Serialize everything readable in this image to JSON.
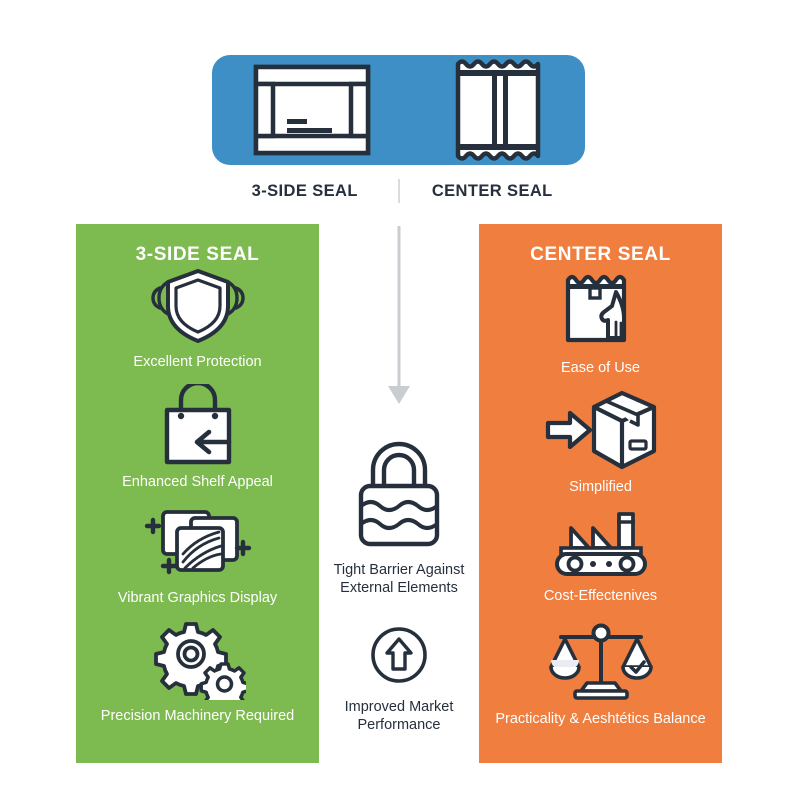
{
  "colors": {
    "blue": "#3d8fc6",
    "green": "#7dba4f",
    "orange": "#ef7e3f",
    "ink": "#26303d",
    "white": "#ffffff",
    "arrow_gray": "#c9ccd0"
  },
  "banner": {
    "icons": [
      {
        "name": "three-side-seal-pouch-icon"
      },
      {
        "name": "center-seal-pouch-icon"
      }
    ],
    "captions": [
      {
        "label": "3-SIDE SEAL"
      },
      {
        "label": "CENTER SEAL"
      }
    ]
  },
  "panels": {
    "left": {
      "title": "3-SIDE SEAL",
      "color": "#7dba4f",
      "features": [
        {
          "icon": "shield-icon",
          "label": "Excellent Protection"
        },
        {
          "icon": "shopping-bag-icon",
          "label": "Enhanced Shelf Appeal"
        },
        {
          "icon": "photo-stack-icon",
          "label": "Vibrant Graphics Display"
        },
        {
          "icon": "gears-icon",
          "label": "Precision Machinery Required"
        }
      ]
    },
    "right": {
      "title": "CENTER SEAL",
      "color": "#ef7e3f",
      "features": [
        {
          "icon": "pouch-hand-icon",
          "label": "Ease of Use"
        },
        {
          "icon": "arrow-box-icon",
          "label": "Simplified"
        },
        {
          "icon": "factory-icon",
          "label": "Cost-Effectenives"
        },
        {
          "icon": "balance-scale-icon",
          "label": "Practicality & Aeshtétics Balance"
        }
      ]
    }
  },
  "center": {
    "flow_arrow": "down-arrow-connector",
    "items": [
      {
        "icon": "padlock-icon",
        "label": "Tight Barrier Against External Elements"
      },
      {
        "icon": "up-arrow-circle-icon",
        "label": "Improved Market Performance"
      }
    ]
  }
}
